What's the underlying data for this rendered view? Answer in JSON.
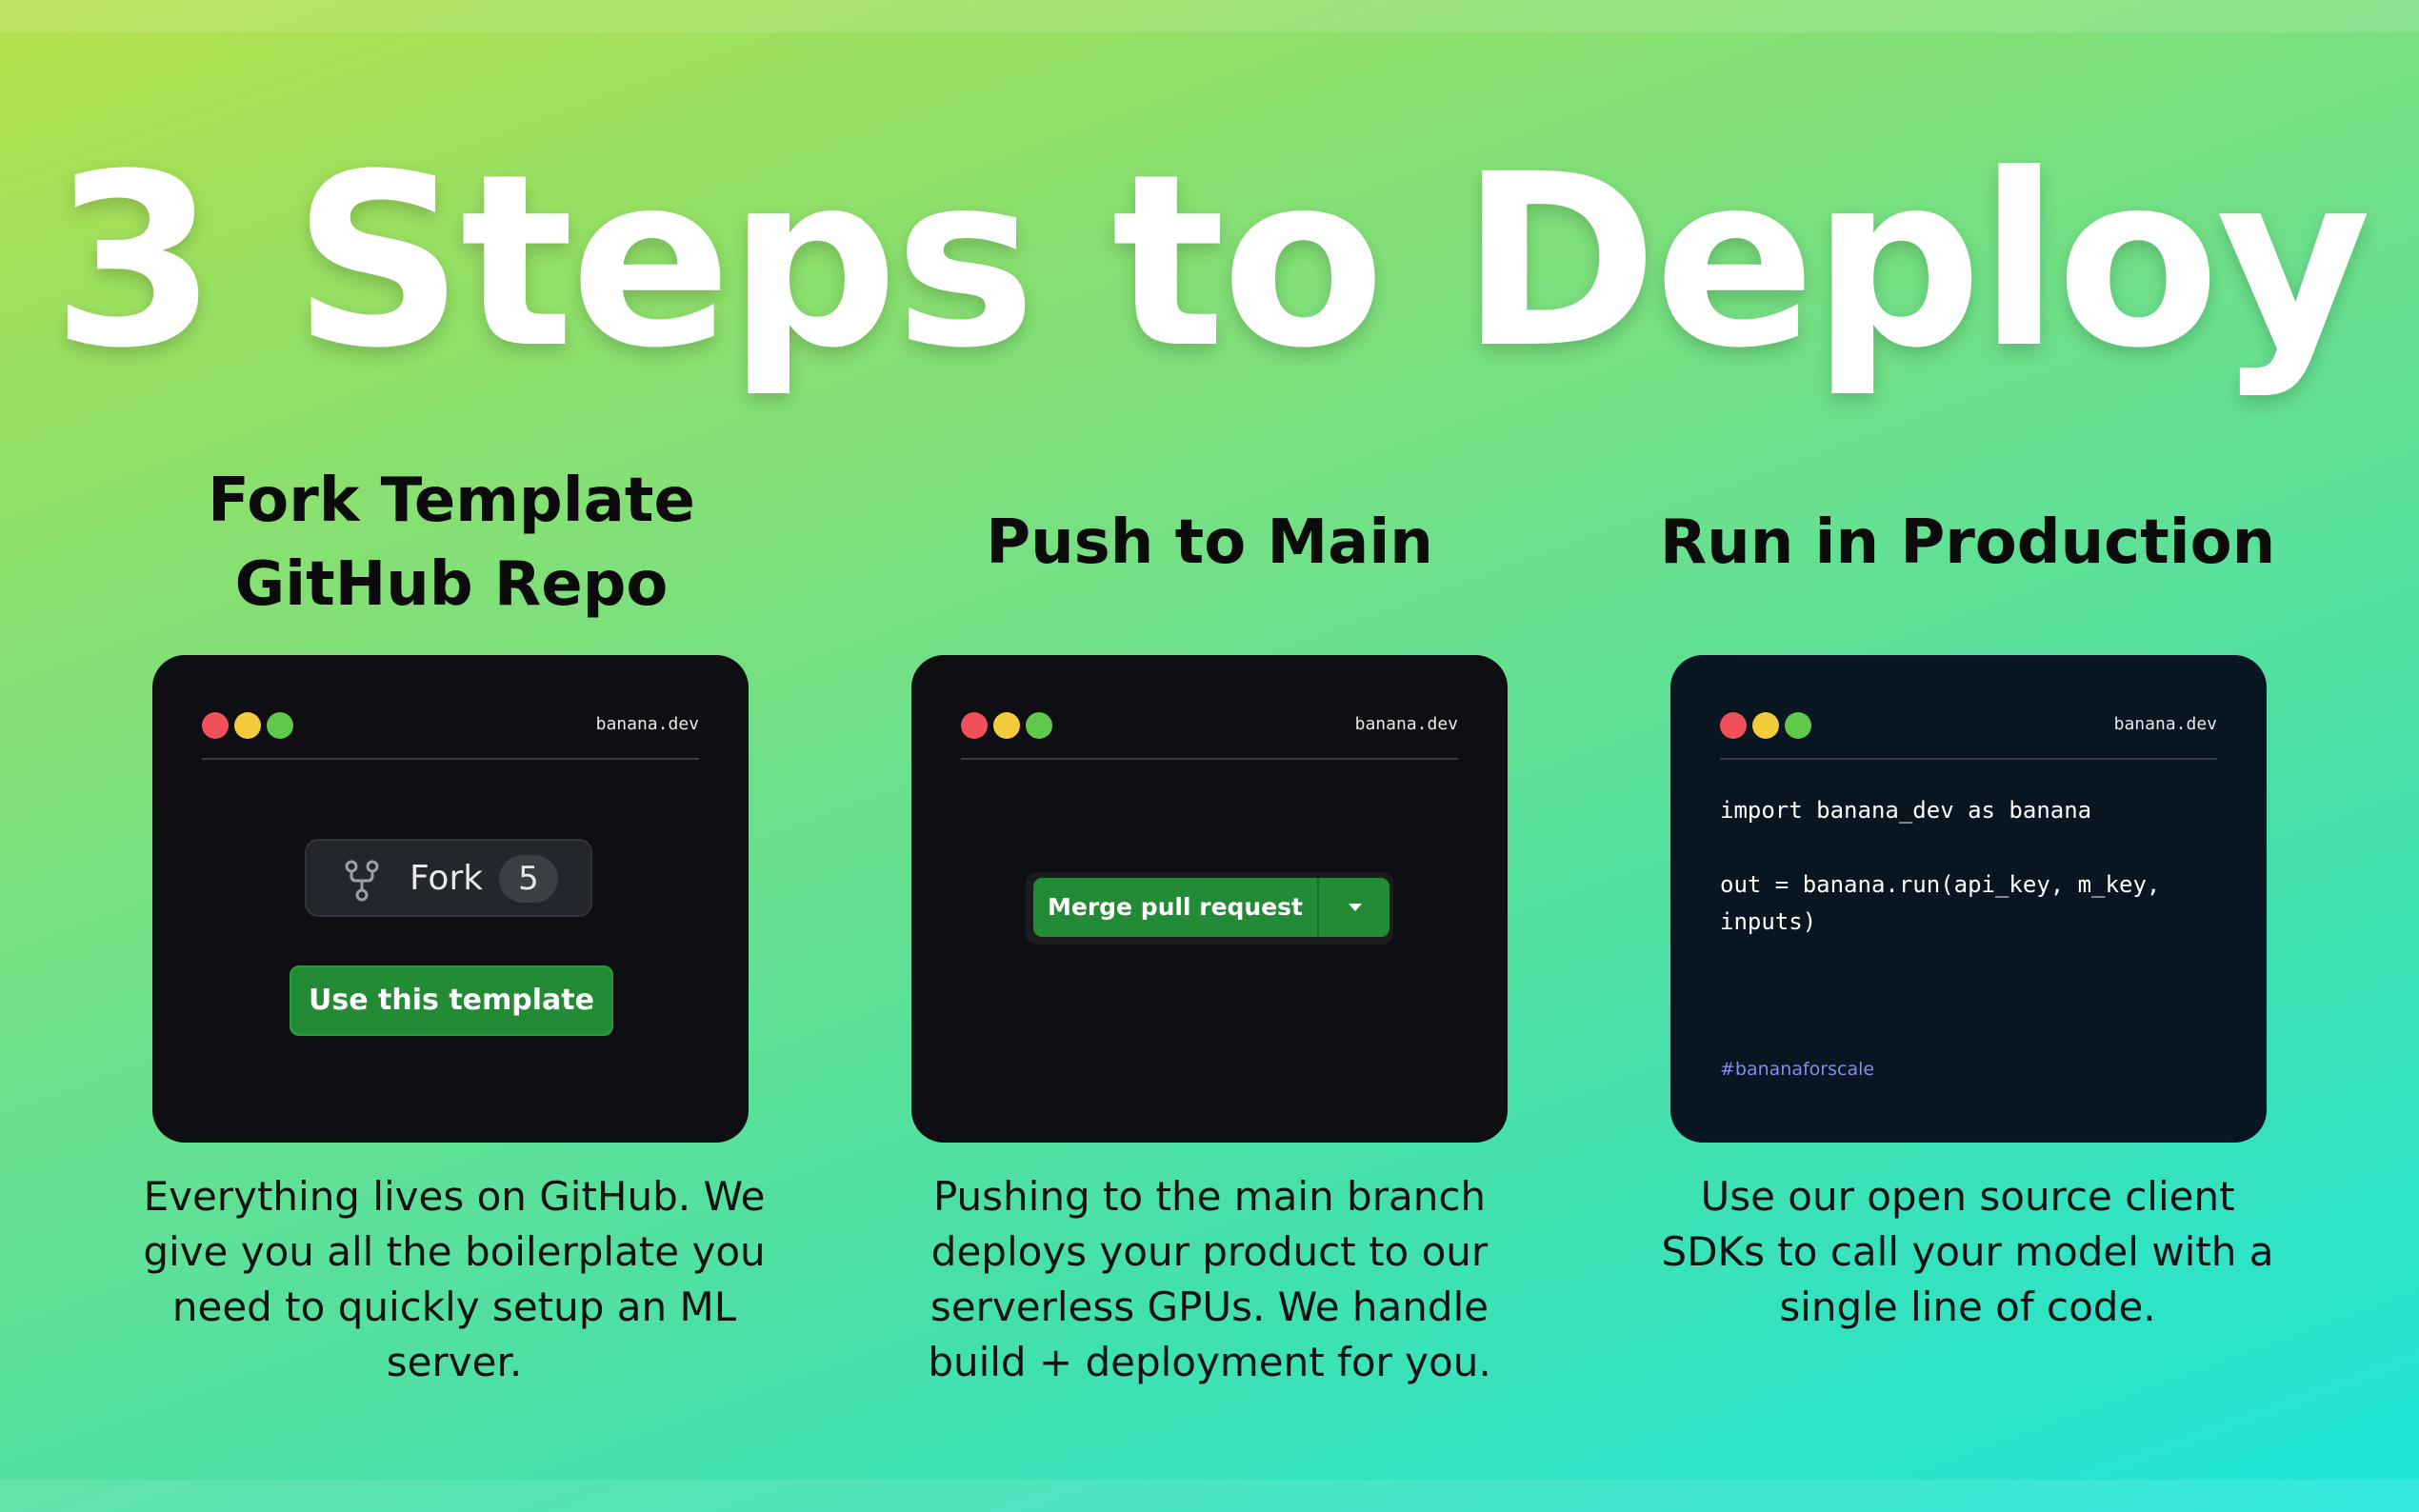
{
  "headline": "3 Steps to Deploy",
  "steps": [
    {
      "title_line1": "Fork Template",
      "title_line2": "GitHub Repo",
      "card": {
        "url": "banana.dev",
        "fork_label": "Fork",
        "fork_count": "5",
        "primary_button": "Use this template"
      },
      "description": "Everything lives on GitHub. We give you all the boilerplate you need to quickly setup an ML server."
    },
    {
      "title": "Push to Main",
      "card": {
        "url": "banana.dev",
        "merge_button": "Merge pull request"
      },
      "description": "Pushing to the main branch deploys your product to our serverless GPUs. We handle build + deployment for you."
    },
    {
      "title": "Run in Production",
      "card": {
        "url": "banana.dev",
        "code_line1": "import banana_dev as banana",
        "code_line2": "out = banana.run(api_key, m_key,",
        "code_line3": "inputs)",
        "hashtag": "#bananaforscale"
      },
      "description": "Use our open source client SDKs to call your model with a single line of code."
    }
  ],
  "colors": {
    "window_red": "#f0505a",
    "window_yellow": "#f3cc3c",
    "window_green": "#5fc94c",
    "github_green": "#238a36",
    "hashtag": "#7e8cf0"
  },
  "icons": [
    "fork-icon",
    "caret-down-icon"
  ]
}
